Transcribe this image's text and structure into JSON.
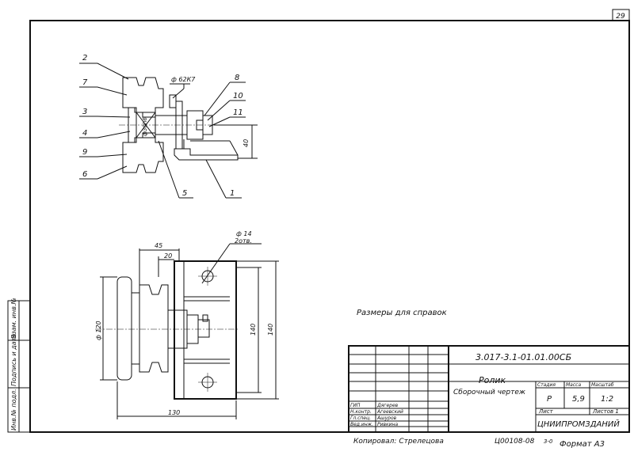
{
  "sheet": {
    "page_number": "29",
    "copied_by": "Копировал: Стрелецова",
    "inventory_code": "Ц00108-08",
    "format": "Формат А3",
    "format_prefix": "3-0"
  },
  "callouts": {
    "c1": "1",
    "c2": "2",
    "c3": "3",
    "c4": "4",
    "c5": "5",
    "c6": "6",
    "c7": "7",
    "c8": "8",
    "c9": "9",
    "c10": "10",
    "c11": "11"
  },
  "dimensions": {
    "fit_top": "ф 62К7",
    "fit_shaft": "ф30h6",
    "height_40": "40",
    "hole_dia": "ф 14",
    "hole_count": "2отв.",
    "d45": "45",
    "d20": "20",
    "roller_dia": "ф 120",
    "d140a": "140",
    "d140b": "140",
    "d130": "130"
  },
  "note": "Размеры для справок",
  "title_block": {
    "doc_code": "3.017-3.1-01.01.00СБ",
    "name": "Ролик",
    "doc_type": "Сборочный чертеж",
    "hdr_stage": "Стадия",
    "hdr_mass": "Масса",
    "hdr_scale": "Масштаб",
    "stage": "Р",
    "mass": "5,9",
    "scale": "1:2",
    "sheet_label": "Лист",
    "sheets_label": "Листов 1",
    "org": "ЦНИИПРОМЗДАНИЙ",
    "roles": [
      "ГИП",
      "Н.контр.",
      "Гл.спец.",
      "Вед.инж."
    ],
    "names": [
      "Дягерев",
      "Агеевский",
      "Ашуров",
      "Ривкина"
    ]
  },
  "side_stamp": {
    "inv_podl": "Инв.№ подл.",
    "podp_data": "Подпись и дата",
    "vzam": "Взам. инв.№"
  }
}
